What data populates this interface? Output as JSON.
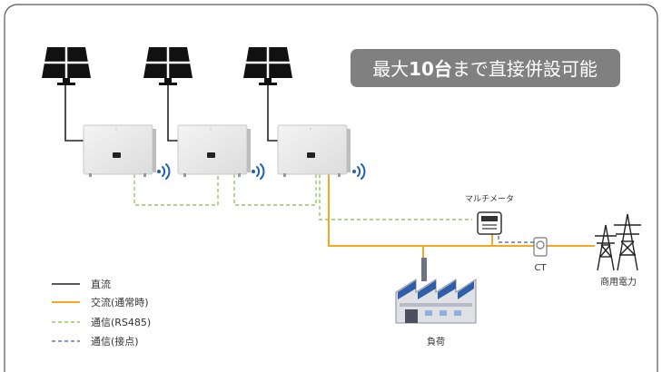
{
  "badge": {
    "prefix": "最大",
    "emph": "10台",
    "suffix": "まで直接併設可能"
  },
  "labels": {
    "meter": "マルチメータ",
    "ct": "CT",
    "grid": "商用電力",
    "load": "負荷"
  },
  "legend": [
    {
      "label": "直流",
      "style": "solid",
      "color": "#222222"
    },
    {
      "label": "交流(通常時)",
      "style": "solid",
      "color": "#f5a623"
    },
    {
      "label": "通信(RS485)",
      "style": "dashed",
      "color": "#7ec242"
    },
    {
      "label": "通信(接点)",
      "style": "dashed",
      "color": "#3a5fa8"
    }
  ],
  "colors": {
    "dc": "#222222",
    "ac": "#f5a623",
    "rs485": "#7ec242",
    "contact": "#3a5fa8",
    "wifi": "#1e5fb4",
    "badge_bg": "#808080"
  },
  "icons": {
    "panel": "solar-panel-icon",
    "inverter": "inverter-icon",
    "wifi": "wifi-signal-icon",
    "meter": "multi-meter-icon",
    "ct": "current-transformer-icon",
    "tower": "power-tower-icon",
    "factory": "factory-icon"
  }
}
